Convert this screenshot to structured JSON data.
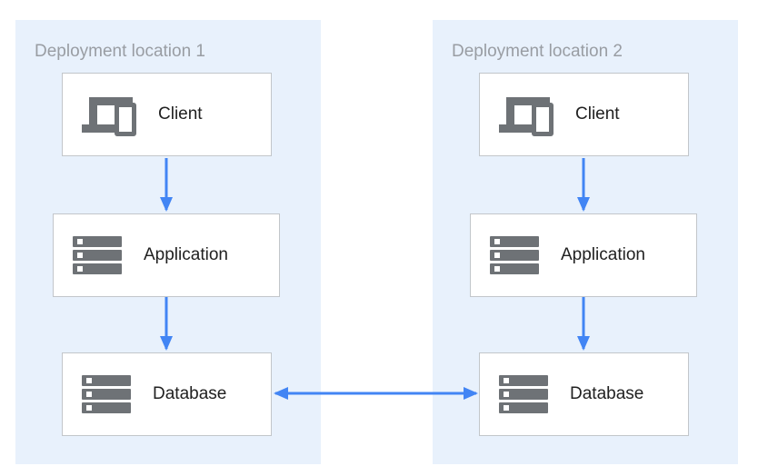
{
  "colors": {
    "panel_bg": "#e8f1fc",
    "box_bg": "#ffffff",
    "box_border": "#c2c6ca",
    "icon_gray": "#6e7276",
    "label_text": "#212121",
    "title_text": "#999da3",
    "arrow": "#4285f4"
  },
  "diagram": {
    "panels": [
      {
        "title": "Deployment location 1",
        "nodes": [
          {
            "id": "client",
            "label": "Client",
            "icon": "client-devices-icon"
          },
          {
            "id": "application",
            "label": "Application",
            "icon": "servers-icon"
          },
          {
            "id": "database",
            "label": "Database",
            "icon": "servers-icon"
          }
        ]
      },
      {
        "title": "Deployment location 2",
        "nodes": [
          {
            "id": "client",
            "label": "Client",
            "icon": "client-devices-icon"
          },
          {
            "id": "application",
            "label": "Application",
            "icon": "servers-icon"
          },
          {
            "id": "database",
            "label": "Database",
            "icon": "servers-icon"
          }
        ]
      }
    ],
    "connections": [
      {
        "from": "location1.client",
        "to": "location1.application",
        "direction": "down"
      },
      {
        "from": "location1.application",
        "to": "location1.database",
        "direction": "down"
      },
      {
        "from": "location2.client",
        "to": "location2.application",
        "direction": "down"
      },
      {
        "from": "location2.application",
        "to": "location2.database",
        "direction": "down"
      },
      {
        "from": "location1.database",
        "to": "location2.database",
        "direction": "bidirectional"
      }
    ]
  }
}
